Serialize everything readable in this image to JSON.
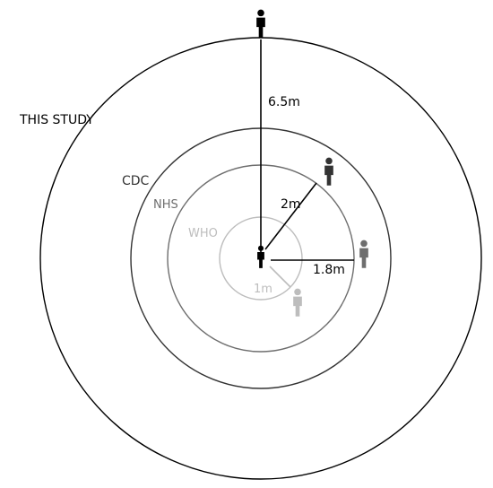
{
  "rings": [
    {
      "label": "THIS STUDY",
      "distance": "6.5m",
      "color": "#000000"
    },
    {
      "label": "CDC",
      "distance": "2m",
      "color": "#333333"
    },
    {
      "label": "NHS",
      "distance": "1.8m",
      "color": "#6e6e6e"
    },
    {
      "label": "WHO",
      "distance": "1m",
      "color": "#bdbdbd"
    }
  ],
  "colors": {
    "background": "#ffffff",
    "person_this_study": "#000000",
    "person_cdc": "#333333",
    "person_nhs": "#6e6e6e",
    "person_who": "#bdbdbd"
  },
  "icons": [
    "person-icon"
  ]
}
